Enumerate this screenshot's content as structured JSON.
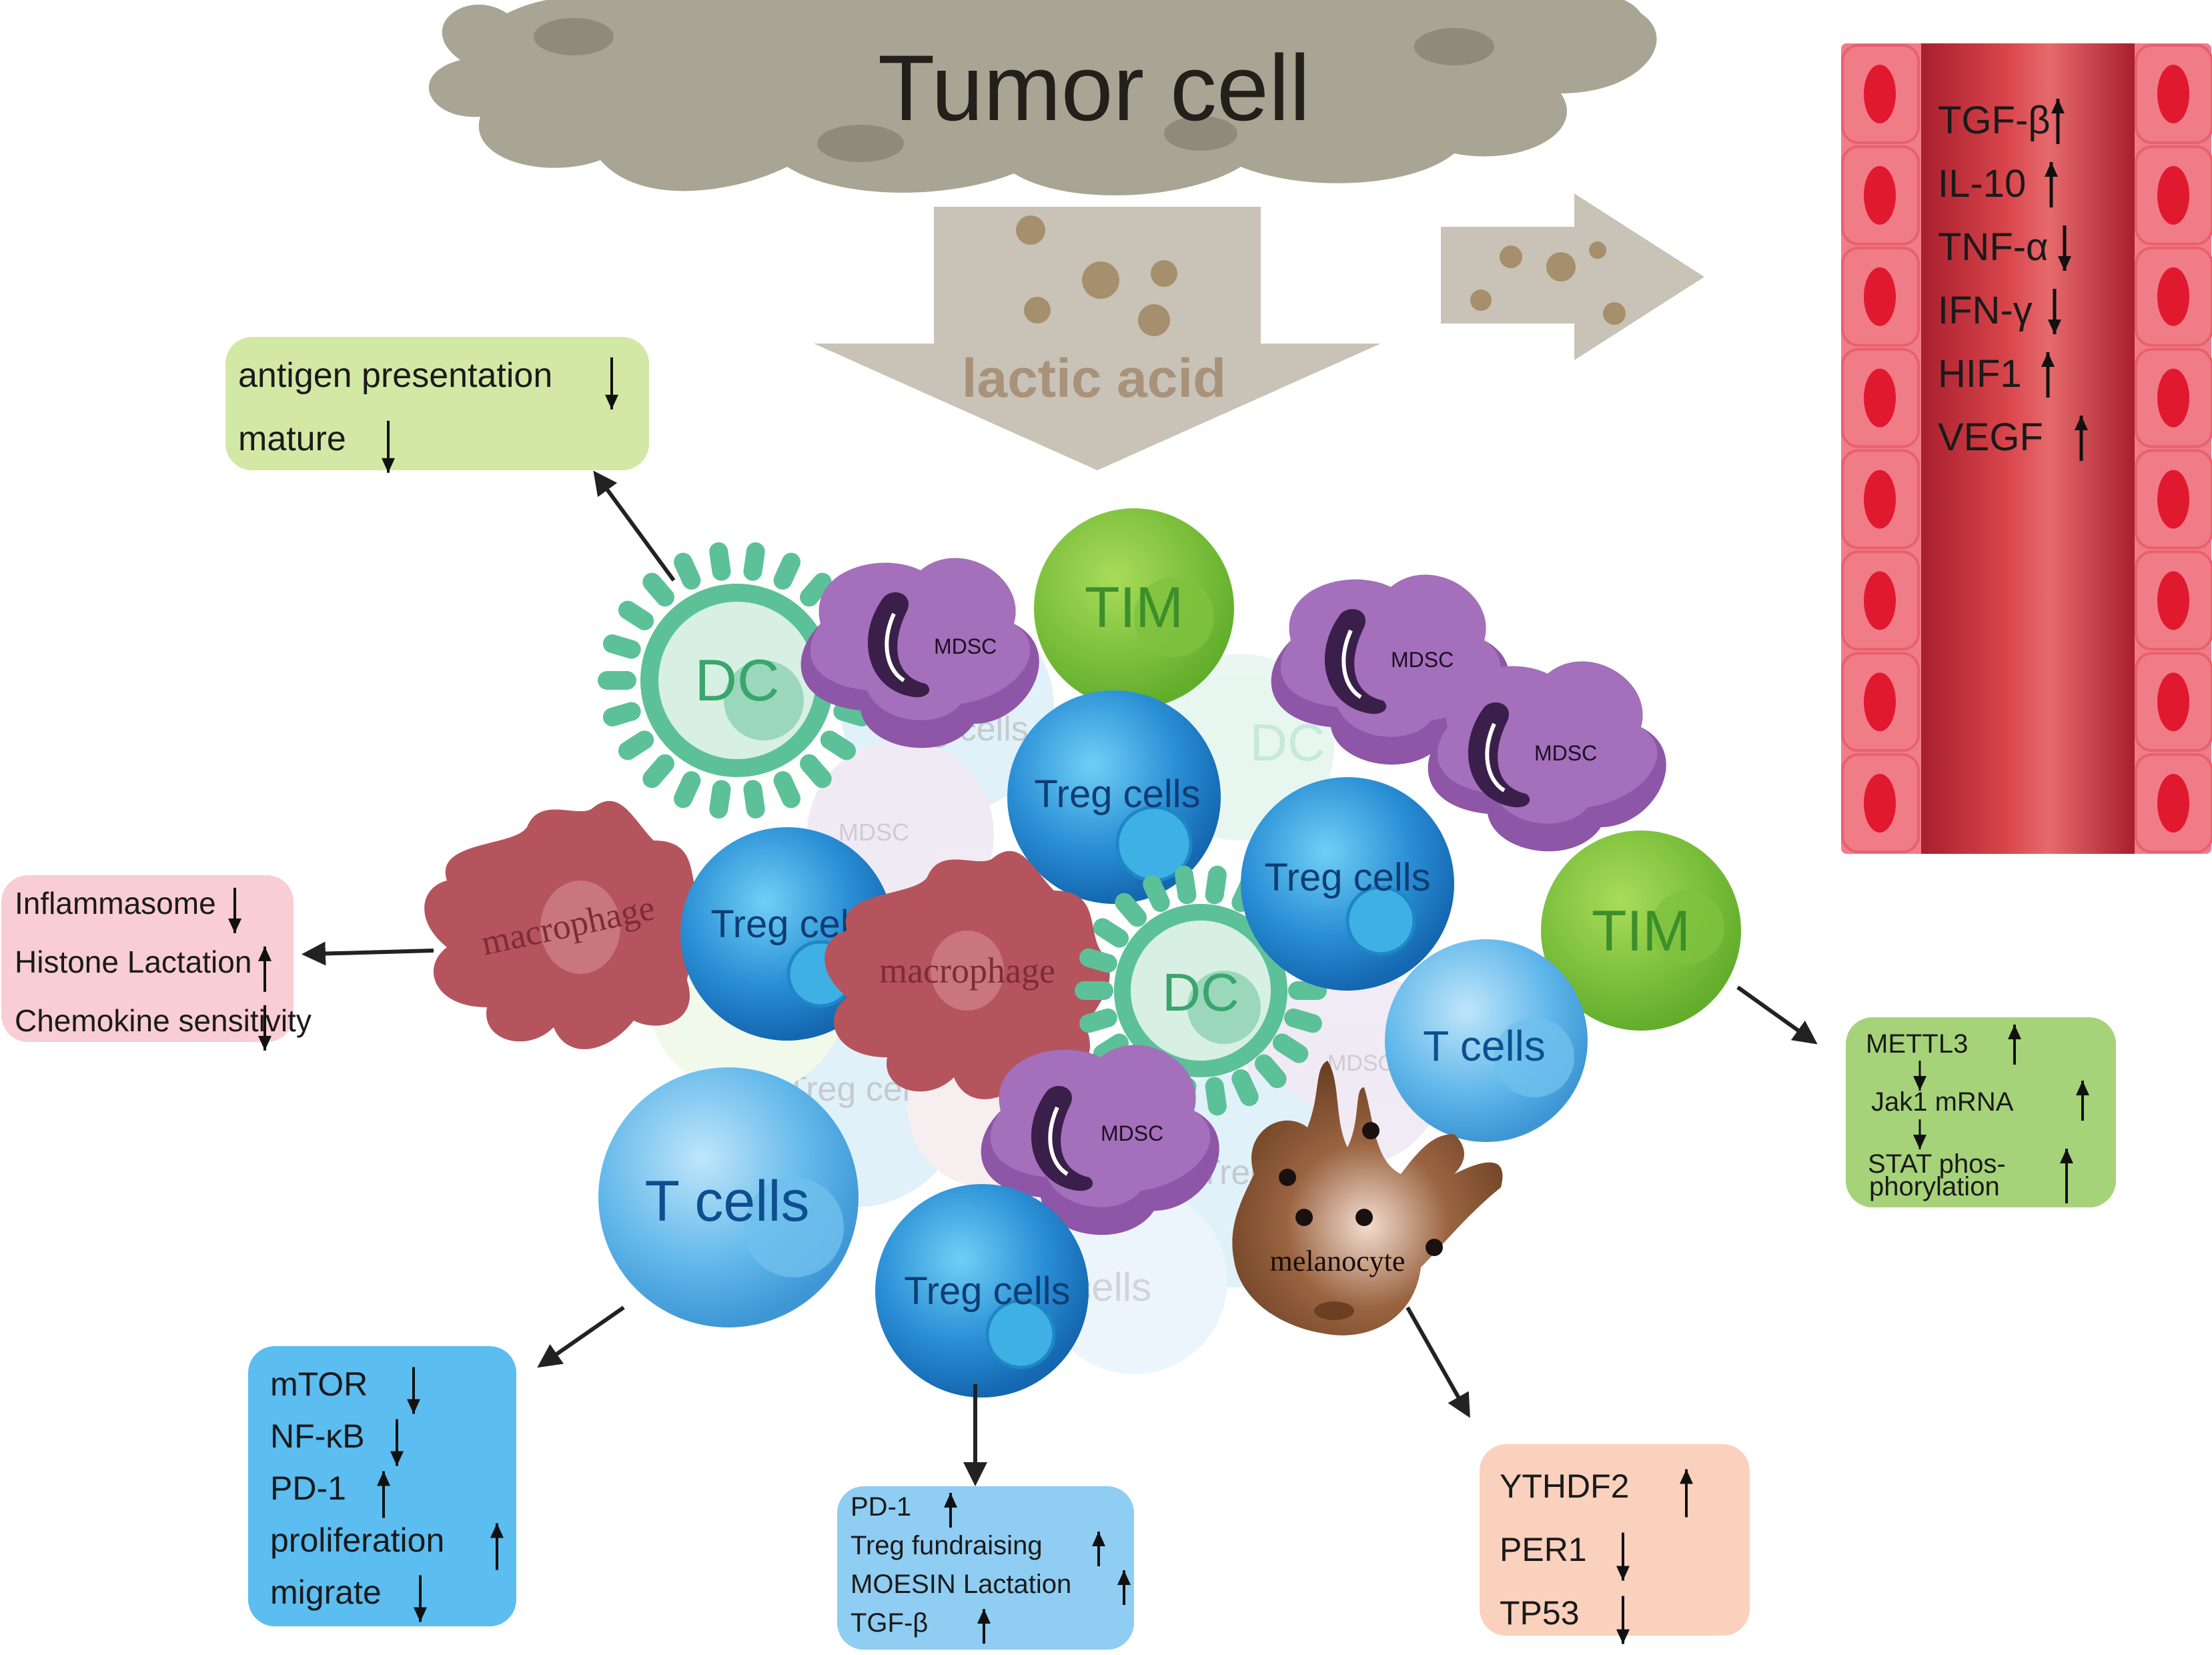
{
  "tumor": {
    "title": "Tumor cell",
    "lactic": "lactic acid"
  },
  "vessel": {
    "markers": [
      {
        "label": "TGF-β",
        "dir": "up"
      },
      {
        "label": "IL-10",
        "dir": "up"
      },
      {
        "label": "TNF-α",
        "dir": "down"
      },
      {
        "label": "IFN-γ",
        "dir": "down"
      },
      {
        "label": "HIF1",
        "dir": "up"
      },
      {
        "label": "VEGF",
        "dir": "up"
      }
    ]
  },
  "cells": {
    "dc": "DC",
    "tim": "TIM",
    "mdsc": "MDSC",
    "treg": "Treg cells",
    "tcells": "T cells",
    "macrophage": "macrophage",
    "melanocyte": "melanocyte"
  },
  "boxes": {
    "dc": {
      "items": [
        {
          "label": "antigen presentation",
          "dir": "down"
        },
        {
          "label": "mature",
          "dir": "down"
        }
      ]
    },
    "macrophage": {
      "items": [
        {
          "label": "Inflammasome",
          "dir": "down"
        },
        {
          "label": "Histone Lactation",
          "dir": "up"
        },
        {
          "label": "Chemokine sensitivity",
          "dir": "down"
        }
      ]
    },
    "tcell": {
      "items": [
        {
          "label": "mTOR",
          "dir": "down"
        },
        {
          "label": "NF-ĸB",
          "dir": "down"
        },
        {
          "label": "PD-1",
          "dir": "up"
        },
        {
          "label": "proliferation",
          "dir": "up"
        },
        {
          "label": "migrate",
          "dir": "down"
        }
      ]
    },
    "treg": {
      "items": [
        {
          "label": "PD-1",
          "dir": "up"
        },
        {
          "label": "Treg fundraising",
          "dir": "up"
        },
        {
          "label": "MOESIN Lactation",
          "dir": "up"
        },
        {
          "label": "TGF-β",
          "dir": "up"
        }
      ]
    },
    "melanocyte": {
      "items": [
        {
          "label": "YTHDF2",
          "dir": "up"
        },
        {
          "label": "PER1",
          "dir": "down"
        },
        {
          "label": "TP53",
          "dir": "down"
        }
      ]
    },
    "tim": {
      "items": [
        {
          "label": "METTL3",
          "dir": "up"
        },
        {
          "label": "Jak1 mRNA",
          "dir": "up"
        },
        {
          "label": "STAT phos-",
          "dir": "up"
        },
        {
          "label": "phorylation",
          "dir": ""
        }
      ]
    }
  },
  "colors": {
    "tumor": "#a9a594",
    "vessel": "#c8383c",
    "vessel_cell": "#f07c87",
    "nucleus": "#e0192f",
    "dc": "#5cc198",
    "mdsc": "#8e56a6",
    "tim": "#7cc242",
    "treg": "#2a8fd6",
    "macrophage": "#b5545c",
    "melanocyte": "#7a4a2b",
    "box_dc": "#d4e8a6",
    "box_macrophage": "#f8cdd3",
    "box_tcell": "#5bbdf0",
    "box_treg": "#8fcdf3",
    "box_melanocyte": "#fad1bd",
    "box_tim": "#a6d37a"
  }
}
